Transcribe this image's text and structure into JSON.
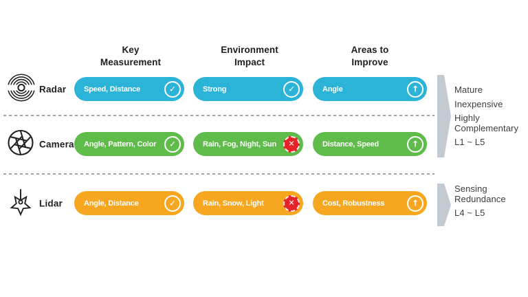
{
  "headers": [
    "Key\nMeasurement",
    "Environment\nImpact",
    "Areas to\nImprove"
  ],
  "rows": [
    {
      "sensor": "Radar",
      "color": "#2BB4D8",
      "cells": [
        {
          "text": "Speed, Distance",
          "badge": "check"
        },
        {
          "text": "Strong",
          "badge": "check"
        },
        {
          "text": "Angle",
          "badge": "improve"
        }
      ]
    },
    {
      "sensor": "Camera",
      "color": "#5FBC4A",
      "cells": [
        {
          "text": "Angle, Pattern, Color",
          "badge": "check"
        },
        {
          "text": "Rain, Fog, Night, Sun",
          "badge": "negative"
        },
        {
          "text": "Distance, Speed",
          "badge": "improve"
        }
      ]
    },
    {
      "sensor": "Lidar",
      "color": "#F7A71F",
      "cells": [
        {
          "text": "Angle, Distance",
          "badge": "check"
        },
        {
          "text": "Rain, Snow, Light",
          "badge": "negative"
        },
        {
          "text": "Cost, Robustness",
          "badge": "improve"
        }
      ]
    }
  ],
  "icons": {
    "check": "✓",
    "cross": "✕",
    "arrow_up": "↑"
  },
  "colors": {
    "radar": "#2BB4D8",
    "camera": "#5FBC4A",
    "lidar": "#F7A71F",
    "negative_badge": "#E52329",
    "bracket": "#C4CAD2",
    "icon_stroke": "#222222"
  },
  "annotations": [
    {
      "lines": [
        "Mature",
        "Inexpensive",
        "Highly\nComplementary",
        "L1 ~ L5"
      ]
    },
    {
      "lines": [
        "Sensing\nRedundance",
        "L4 ~ L5"
      ]
    }
  ]
}
